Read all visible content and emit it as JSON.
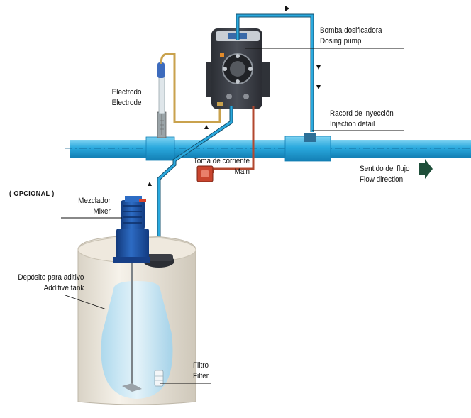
{
  "labels": {
    "dosing_pump": {
      "es": "Bomba dosificadora",
      "en": "Dosing pump"
    },
    "electrode": {
      "es": "Electrodo",
      "en": "Electrode"
    },
    "injection": {
      "es": "Racord de inyección",
      "en": "Injection detail"
    },
    "main": {
      "es": "Toma de corriente",
      "en": "Main"
    },
    "flow": {
      "es": "Sentido del flujo",
      "en": "Flow direction"
    },
    "optional": "( OPCIONAL )",
    "mixer": {
      "es": "Mezclador",
      "en": "Mixer"
    },
    "tank": {
      "es": "Depósito para aditivo",
      "en": "Additive tank"
    },
    "filter": {
      "es": "Filtro",
      "en": "Filter"
    }
  },
  "colors": {
    "pipe": "#29a8dd",
    "pipe_dark": "#1584b8",
    "pump_body": "#3a3d44",
    "motor_blue": "#1b4fa3",
    "tank": "#ece7dc",
    "liquid": "#bfe2f4",
    "power_red": "#c9452e",
    "flow_arrow": "#1f4f3a"
  },
  "icons": [
    "dosing-pump-icon",
    "electrode-icon",
    "mixer-motor-icon",
    "power-socket-icon",
    "flow-arrow-icon",
    "filter-icon"
  ]
}
